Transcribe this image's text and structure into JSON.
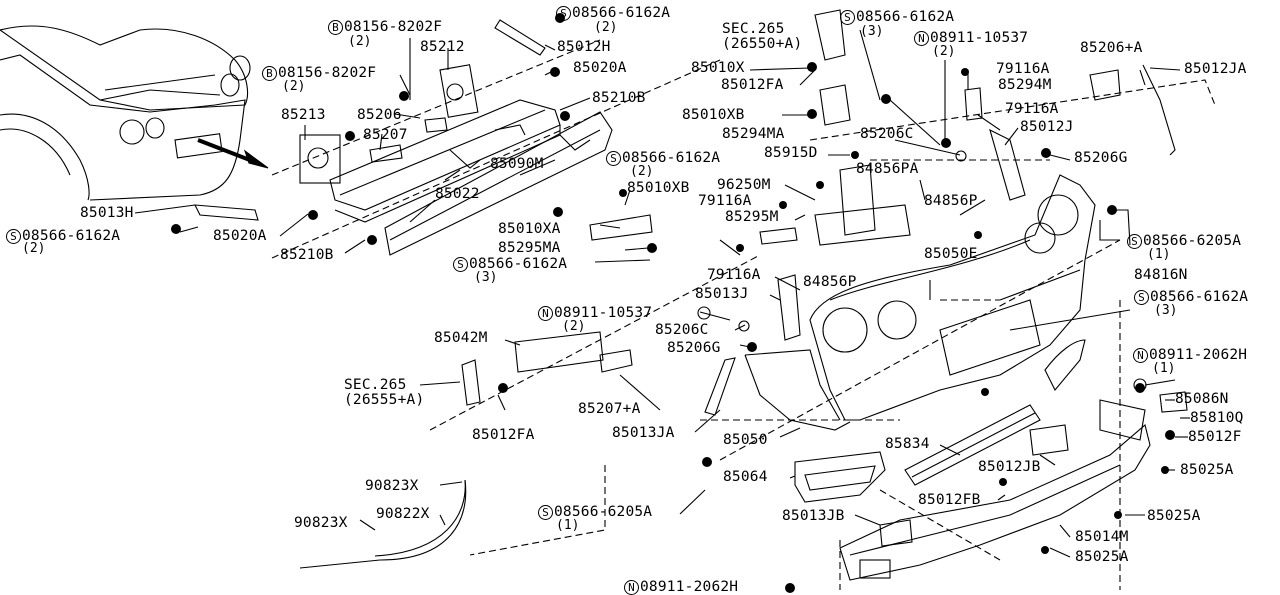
{
  "diagram_title": "",
  "labels": {
    "p85012H": "85012H",
    "p85020A_top": "85020A",
    "p85210B_top": "85210B",
    "p85212": "85212",
    "p85206": "85206",
    "p85213": "85213",
    "p85207": "85207",
    "p85090M": "85090M",
    "p85022": "85022",
    "p85013H": "85013H",
    "p85020A_left": "85020A",
    "p85210B_left": "85210B",
    "b08156_a": "08156-8202F",
    "b08156_a_qty": "(2)",
    "b08156_b": "08156-8202F",
    "b08156_b_qty": "(2)",
    "s08566_top": "08566-6162A",
    "s08566_top_qty": "(2)",
    "s08566_left": "08566-6162A",
    "s08566_left_qty": "(2)",
    "sec265_a": "SEC.265",
    "sec265_a_sub": "(26550+A)",
    "p85010X": "85010X",
    "p85012FA_top": "85012FA",
    "p85010XB_a": "85010XB",
    "p85294MA": "85294MA",
    "s08566_mid": "08566-6162A",
    "s08566_mid_qty": "(3)",
    "n08911_top": "08911-10537",
    "n08911_top_qty": "(2)",
    "p79116A_a": "79116A",
    "p85294M": "85294M",
    "p79116A_b": "79116A",
    "p85012J": "85012J",
    "p85206A": "85206+A",
    "p85012JA": "85012JA",
    "p85206C_a": "85206C",
    "p85206G_a": "85206G",
    "p85915D": "85915D",
    "s08566_c": "08566-6162A",
    "s08566_c_qty": "(2)",
    "p96250M": "96250M",
    "p79116A_c": "79116A",
    "p85295M": "85295M",
    "p84856PA": "84856PA",
    "p84856P_a": "84856P",
    "p85050E": "85050E",
    "p85010XB_b": "85010XB",
    "p85010XA": "85010XA",
    "p85295MA": "85295MA",
    "s08566_d": "08566-6162A",
    "s08566_d_qty": "(3)",
    "s08566_6205_a": "08566-6205A",
    "s08566_6205_a_qty": "(1)",
    "p79116A_d": "79116A",
    "p84856P_b": "84856P",
    "p84816N": "84816N",
    "p85013J": "85013J",
    "s08566_e": "08566-6162A",
    "s08566_e_qty": "(3)",
    "n08911_mid": "08911-10537",
    "n08911_mid_qty": "(2)",
    "p85206C_b": "85206C",
    "p85206G_b": "85206G",
    "p85042M": "85042M",
    "sec265_b": "SEC.265",
    "sec265_b_sub": "(26555+A)",
    "p85012FA_b": "85012FA",
    "p85207A": "85207+A",
    "p85013JA": "85013JA",
    "p85050": "85050",
    "n08911_2062_a": "08911-2062H",
    "n08911_2062_a_qty": "(1)",
    "p85086N": "85086N",
    "p85810Q": "85810Q",
    "p85012F": "85012F",
    "p85834": "85834",
    "p85012JB": "85012JB",
    "p85025A_a": "85025A",
    "p85064": "85064",
    "p85012FB": "85012FB",
    "p85025A_b": "85025A",
    "p90823X_a": "90823X",
    "p90823X_b": "90823X",
    "p90822X": "90822X",
    "s08566_6205_b": "08566-6205A",
    "s08566_6205_b_qty": "(1)",
    "p85013JB": "85013JB",
    "p85014M": "85014M",
    "p85025A_c": "85025A",
    "n08911_2062_b": "08911-2062H"
  },
  "prefixes": {
    "S": "S",
    "B": "B",
    "N": "N"
  }
}
